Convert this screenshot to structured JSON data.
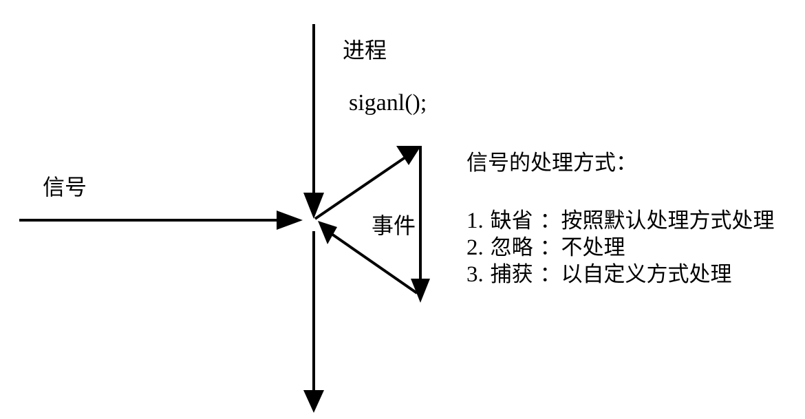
{
  "diagram": {
    "process_label": "进程",
    "call_label": "siganl();",
    "signal_label": "信号",
    "event_label": "事件",
    "handling_title": "信号的处理方式：",
    "handling_modes": [
      {
        "number": "1.",
        "name": "缺省",
        "separator": "：",
        "description": "按照默认处理方式处理"
      },
      {
        "number": "2.",
        "name": "忽略",
        "separator": "：",
        "description": "不处理"
      },
      {
        "number": "3.",
        "name": "捕获",
        "separator": "：",
        "description": "以自定义方式处理"
      }
    ],
    "line_color": "#000000",
    "background_color": "#ffffff"
  }
}
